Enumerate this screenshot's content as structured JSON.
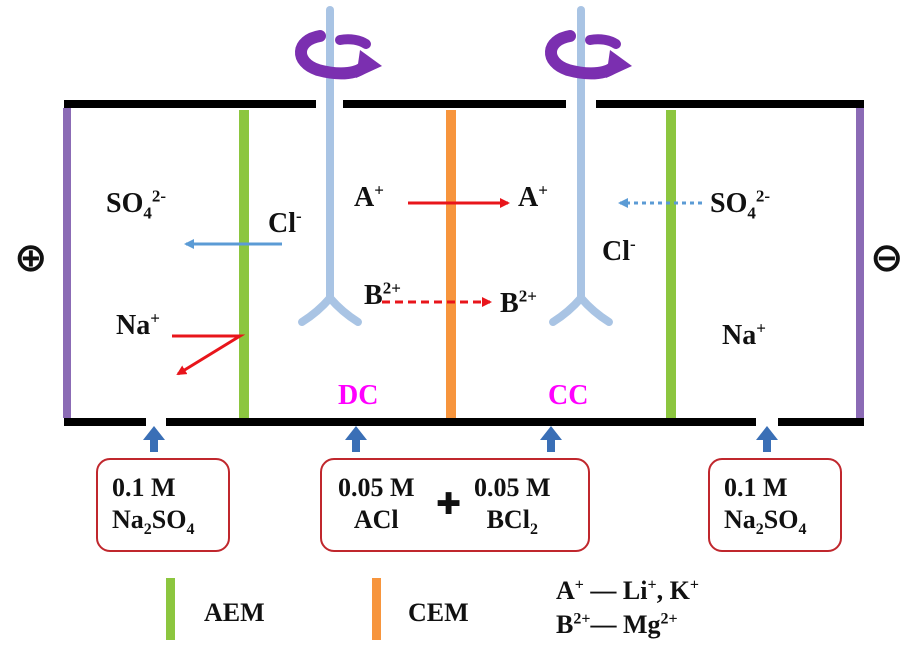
{
  "colors": {
    "electrode": "#8b6bb5",
    "aem": "#8cc63f",
    "cem": "#f7953d",
    "frame": "#000000",
    "stirrer_shaft": "#a9c4e4",
    "stirrer_arrow": "#7b2fb0",
    "inlet_arrow": "#3a6fb6",
    "flux_red": "#e8151b",
    "flux_blue": "#5b9bd5",
    "compartment_label": "#ff00ff",
    "feed_border": "#c0272d"
  },
  "electrodes": {
    "anode_symbol": "⊕",
    "cathode_symbol": "⊖"
  },
  "ions": {
    "so4_left": {
      "base": "SO",
      "sub": "4",
      "sup": "2-"
    },
    "cl_left": {
      "base": "Cl",
      "sup": "-"
    },
    "na_left": {
      "base": "Na",
      "sup": "+"
    },
    "a_dc": {
      "base": "A",
      "sup": "+"
    },
    "a_cc": {
      "base": "A",
      "sup": "+"
    },
    "b_dc": {
      "base": "B",
      "sup": "2+"
    },
    "b_cc": {
      "base": "B",
      "sup": "2+"
    },
    "cl_right": {
      "base": "Cl",
      "sup": "-"
    },
    "so4_right": {
      "base": "SO",
      "sub": "4",
      "sup": "2-"
    },
    "na_right": {
      "base": "Na",
      "sup": "+"
    }
  },
  "compartments": {
    "dc": "DC",
    "cc": "CC"
  },
  "feeds": {
    "left": {
      "line1": "0.1 M",
      "line2_base": "Na",
      "line2_sub1": "2",
      "line2_mid": "SO",
      "line2_sub2": "4"
    },
    "center": {
      "conc_a": "0.05 M",
      "salt_a": "ACl",
      "plus": "✚",
      "conc_b": "0.05 M",
      "salt_b_base": "BCl",
      "salt_b_sub": "2"
    },
    "right": {
      "line1": "0.1 M",
      "line2_base": "Na",
      "line2_sub1": "2",
      "line2_mid": "SO",
      "line2_sub2": "4"
    }
  },
  "legend": {
    "aem": "AEM",
    "cem": "CEM",
    "a_def": {
      "ion": "A",
      "ion_sup": "+",
      "dash": " — ",
      "v1": "Li",
      "v1_sup": "+",
      "sep": ", ",
      "v2": "K",
      "v2_sup": "+"
    },
    "b_def": {
      "ion": "B",
      "ion_sup": "2+",
      "dash": "— ",
      "v1": "Mg",
      "v1_sup": "2+"
    }
  }
}
